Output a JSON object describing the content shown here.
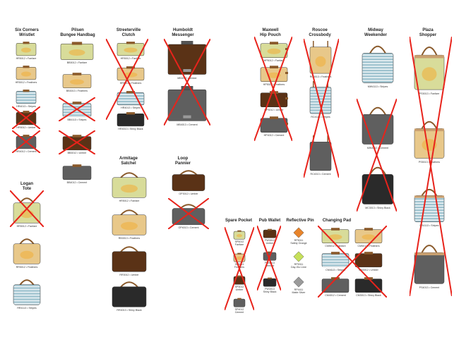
{
  "colors": {
    "cross": "#e8231b",
    "fanfare": "#d8dc9a",
    "feathers": "#e8c88a",
    "stripes": "#9fc3cf",
    "umber": "#5a3216",
    "cement": "#5f5f5f",
    "shiny_black": "#2a2a2a",
    "strap": "#8a5a2b"
  },
  "columns": [
    {
      "title": "Six Corners\nWristlet",
      "items": [
        {
          "label": "HR5012 • Fanfare",
          "color": "fanfare",
          "shape": "small"
        },
        {
          "label": "HR5012 • Feathers",
          "color": "feathers",
          "shape": "small"
        },
        {
          "label": "HR4013 • Stripes",
          "color": "stripes",
          "shape": "small"
        },
        {
          "label": "HR5012 • Umber",
          "color": "umber",
          "shape": "small",
          "crossed": true
        },
        {
          "label": "HR4012 • Cement",
          "color": "cement",
          "shape": "small",
          "crossed": true
        }
      ]
    },
    {
      "title": "Pilsen\nBungee Handbag",
      "items": [
        {
          "label": "BB5012 • Fanfare",
          "color": "fanfare",
          "shape": "hobo"
        },
        {
          "label": "BB3013 • Feathers",
          "color": "feathers",
          "shape": "small"
        },
        {
          "label": "BB4113 • Stripes",
          "color": "stripes",
          "shape": "small",
          "crossed": true
        },
        {
          "label": "BB3012 • Umber",
          "color": "umber",
          "shape": "small",
          "crossed": true
        },
        {
          "label": "BB4012 • Cement",
          "color": "cement",
          "shape": "small"
        }
      ]
    },
    {
      "title": "Streeterville\nClutch",
      "items": [
        {
          "label": "HR5012 • Fanfare",
          "color": "fanfare",
          "shape": "small",
          "crossed": true
        },
        {
          "label": "HR5013 • Feathers",
          "color": "feathers",
          "shape": "small",
          "crossed": true
        },
        {
          "label": "HR4013 • Stripes",
          "color": "stripes",
          "shape": "small",
          "crossed": true
        },
        {
          "label": "HR4013 • Shiny Black",
          "color": "shiny_black",
          "shape": "small",
          "crossed": true
        }
      ]
    },
    {
      "title": "Humboldt\nMessenger",
      "items": [
        {
          "label": "MB3012 • Umber",
          "color": "umber",
          "shape": "messenger",
          "crossed": true
        },
        {
          "label": "MB4013 • Cement",
          "color": "cement",
          "shape": "messenger",
          "crossed": true
        }
      ]
    },
    {
      "title": "Maxwell\nHip Pouch",
      "items": [
        {
          "label": "HP5012 • Fanfare",
          "color": "fanfare",
          "shape": "pouch",
          "crossed": true
        },
        {
          "label": "HP5013 • Feathers",
          "color": "feathers",
          "shape": "pouch",
          "crossed": true
        },
        {
          "label": "HP3012 • Umber",
          "color": "umber",
          "shape": "pouch",
          "crossed": true
        },
        {
          "label": "HP4012 • Cement",
          "color": "cement",
          "shape": "pouch",
          "crossed": true
        }
      ]
    },
    {
      "title": "Roscoe\nCrossbody",
      "items": [
        {
          "label": "RC5013 • Feathers",
          "color": "feathers",
          "shape": "tall",
          "crossed": true
        },
        {
          "label": "RC4113 • Stripes",
          "color": "stripes",
          "shape": "tall",
          "crossed": true
        },
        {
          "label": "RC4013 • Cement",
          "color": "cement",
          "shape": "tall",
          "crossed": true
        }
      ]
    },
    {
      "title": "Midway\nWeekender",
      "items": [
        {
          "label": "MW4113 • Stripes",
          "color": "stripes",
          "shape": "weekender"
        },
        {
          "label": "MW4012 • Cement",
          "color": "cement",
          "shape": "weekender",
          "crossed": true
        },
        {
          "label": "MC3013 • Shiny Black",
          "color": "shiny_black",
          "shape": "weekender",
          "crossed": true
        }
      ]
    },
    {
      "title": "Plaza\nShopper",
      "items": [
        {
          "label": "PS5013 • Fanfare",
          "color": "fanfare",
          "shape": "tote"
        },
        {
          "label": "PS5013 • Feathers",
          "color": "feathers",
          "shape": "tote"
        },
        {
          "label": "PS4113 • Stripes",
          "color": "stripes",
          "shape": "tote"
        },
        {
          "label": "PS4013 • Cement",
          "color": "cement",
          "shape": "tote"
        }
      ]
    },
    {
      "title": "Logan\nTote",
      "items": [
        {
          "label": "HR5012 • Fanfare",
          "color": "fanfare",
          "shape": "satchel",
          "crossed": true
        },
        {
          "label": "RR5012 • Feathers",
          "color": "feathers",
          "shape": "satchel"
        },
        {
          "label": "RR4113 • Stripes",
          "color": "stripes",
          "shape": "satchel"
        }
      ]
    },
    {
      "title": "Armitage\nSatchel",
      "items": [
        {
          "label": "HR5012 • Fanfare",
          "color": "fanfare",
          "shape": "satchel"
        },
        {
          "label": "RB3013 • Feathers",
          "color": "feathers",
          "shape": "satchel"
        },
        {
          "label": "RR3012 • Umber",
          "color": "umber",
          "shape": "satchel"
        },
        {
          "label": "RR4013 • Shiny Black",
          "color": "shiny_black",
          "shape": "satchel"
        }
      ]
    },
    {
      "title": "Loop\nPannier",
      "items": [
        {
          "label": "OP3012 • Umber",
          "color": "umber",
          "shape": "pannier"
        },
        {
          "label": "OP4013 • Cement",
          "color": "cement",
          "shape": "pannier",
          "crossed": true
        }
      ]
    },
    {
      "title": "Spare Pocket",
      "items": [
        {
          "label": "SP5012\nFanfare",
          "color": "fanfare",
          "shape": "pocket"
        },
        {
          "label": "SP5013\nFeathers",
          "color": "feathers",
          "shape": "pocket"
        },
        {
          "label": "SP3012\nUmber",
          "color": "umber",
          "shape": "pocket"
        },
        {
          "label": "SP4012\nCement",
          "color": "cement",
          "shape": "pocket"
        }
      ]
    },
    {
      "title": "Pub Wallet",
      "items": [
        {
          "label": "PW3012\nUmber",
          "color": "umber",
          "shape": "wallet"
        },
        {
          "label": "PW4013\nCement",
          "color": "cement",
          "shape": "wallet"
        },
        {
          "label": "PW3013\nShiny Black",
          "color": "shiny_black",
          "shape": "wallet"
        }
      ]
    },
    {
      "title": "Reflective Pin",
      "items": [
        {
          "label": "RP5011\nSafety Orange",
          "color": "#e8842b",
          "shape": "leaf"
        },
        {
          "label": "RP5311\nDay-Glo Lime",
          "color": "#c6e05a",
          "shape": "leaf"
        },
        {
          "label": "RP4411\nMatte Silver",
          "color": "#9a9a9a",
          "shape": "leaf"
        }
      ]
    },
    {
      "title": "Changing Pad",
      "items": [
        {
          "label": "CM5012 • Fanfare",
          "color": "fanfare",
          "shape": "pad"
        },
        {
          "label": "CM5012 • Feathers",
          "color": "feathers",
          "shape": "pad"
        },
        {
          "label": "CM4113 • Stripes",
          "color": "stripes",
          "shape": "pad"
        },
        {
          "label": "CM3012 • Umber",
          "color": "umber",
          "shape": "pad"
        },
        {
          "label": "CM4012 • Cement",
          "color": "cement",
          "shape": "pad"
        },
        {
          "label": "CM3013 • Shiny Black",
          "color": "shiny_black",
          "shape": "pad"
        }
      ]
    }
  ]
}
